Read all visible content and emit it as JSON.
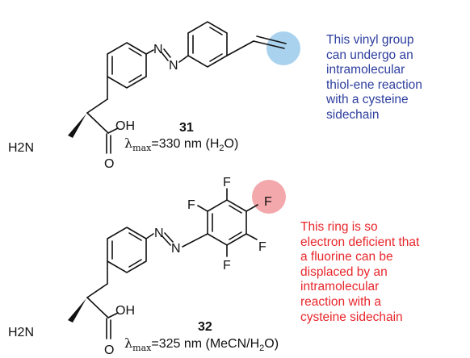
{
  "colors": {
    "vinyl_note": "#2e3e9e",
    "fluoro_note": "#e8262b",
    "vinyl_highlight": "#a9d2ef",
    "fluoro_highlight": "#f3a8ab"
  },
  "compounds": [
    {
      "number": "31",
      "atom_labels": {
        "azo_n_1": "N",
        "azo_n_2": "N",
        "amine": "H2N",
        "hydroxyl": "OH",
        "carbonyl_o": "O"
      },
      "lambda_symbol": "λ",
      "lambda_subscript": "max",
      "lambda_value": "=330 nm (H",
      "solvent_sub": "2",
      "solvent_close": "O)"
    },
    {
      "number": "32",
      "atom_labels": {
        "azo_n_1": "N",
        "azo_n_2": "N",
        "amine": "H2N",
        "hydroxyl": "OH",
        "carbonyl_o": "O",
        "fluorine": "F"
      },
      "lambda_symbol": "λ",
      "lambda_subscript": "max",
      "lambda_value": "=325 nm (MeCN/H",
      "solvent_sub": "2",
      "solvent_close": "O)"
    }
  ],
  "annotations": {
    "vinyl": [
      "This vinyl group",
      "can undergo an",
      "intramolecular",
      "thiol-ene reaction",
      "with a cysteine",
      "sidechain"
    ],
    "fluoro": [
      "This ring is so",
      "electron deficient that",
      "a fluorine can be",
      "displaced by an",
      "intramolecular",
      "reaction with a",
      "cysteine sidechain"
    ]
  }
}
